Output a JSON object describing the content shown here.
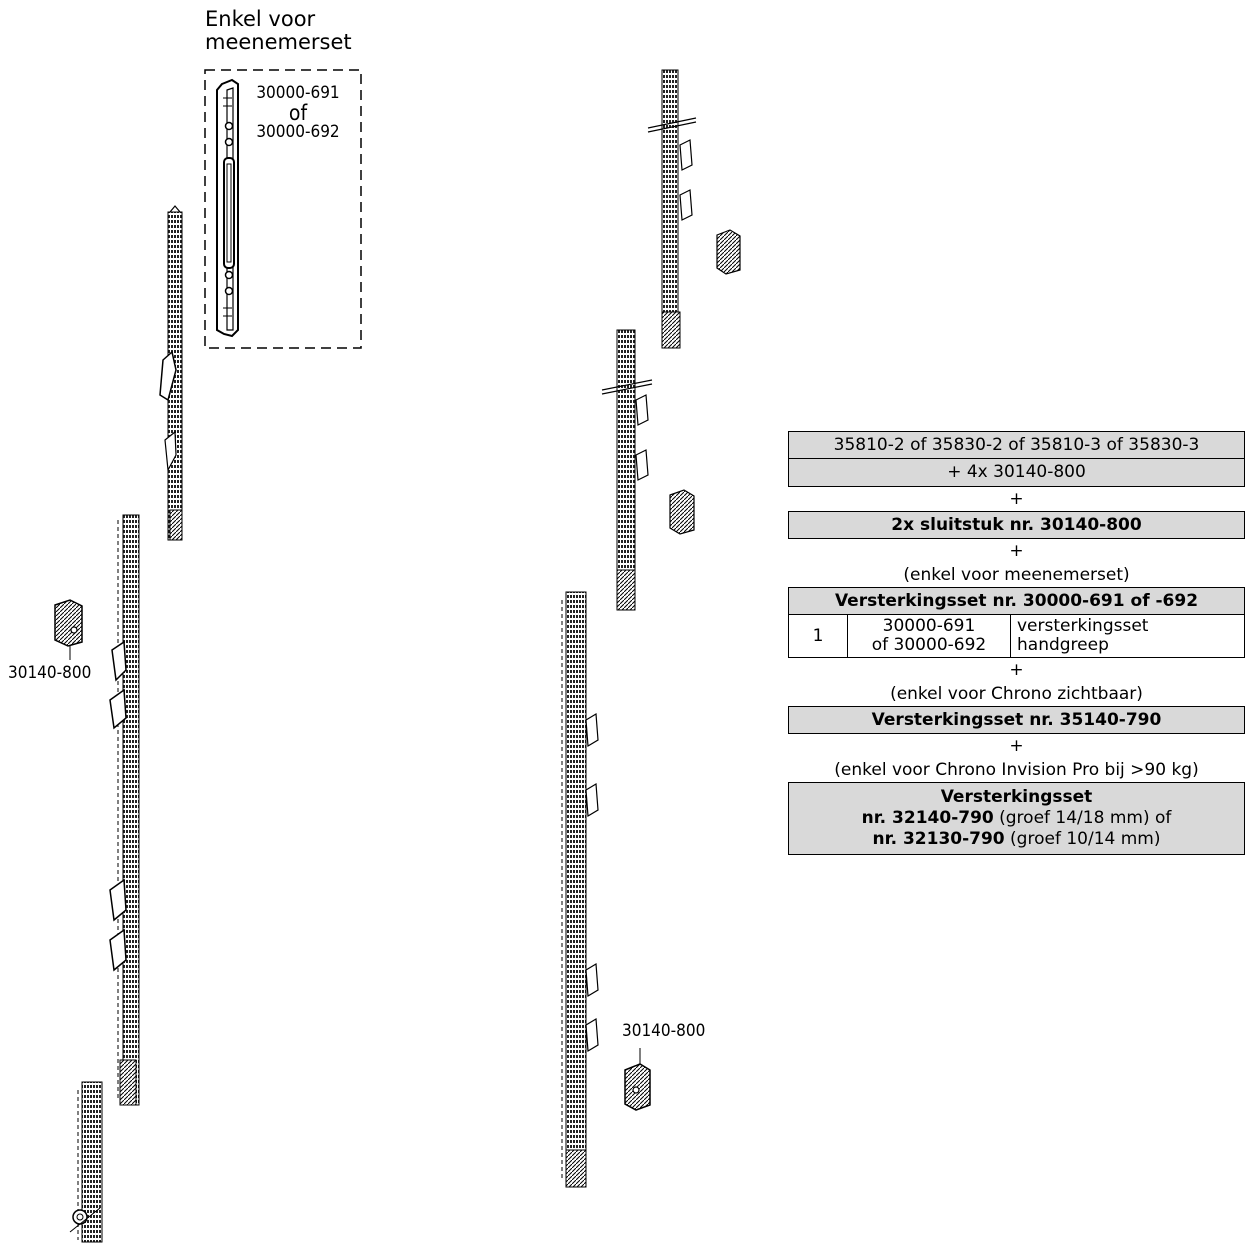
{
  "reinforcement_option": {
    "title": "Enkel voor meenemerset",
    "part_a": "30000-691",
    "part_or": "of",
    "part_b": "30000-692"
  },
  "callouts": {
    "left_keeper": "30140-800",
    "right_keeper": "30140-800"
  },
  "spec_table": {
    "kit_numbers": "35810-2 of 35830-2 of 35810-3 of 35830-3",
    "kit_addon": "+ 4x 30140-800",
    "plus": "+",
    "keeper_set": "2x sluitstuk nr. 30140-800",
    "note_meenemer": "(enkel voor meenemerset)",
    "reinforcement_set_1": "Versterkingsset nr. 30000-691 of -692",
    "item_qty": "1",
    "item_part_1": "30000-691",
    "item_part_2": "of 30000-692",
    "item_desc_1": "versterkingsset",
    "item_desc_2": "handgreep",
    "note_chrono_visible": "(enkel voor Chrono zichtbaar)",
    "reinforcement_set_2": "Versterkingsset nr. 35140-790",
    "note_chrono_invision": "(enkel voor Chrono Invision Pro bij >90 kg)",
    "reinforcement_set_3_title": "Versterkingsset",
    "set3_nr1": "nr. 32140-790",
    "set3_groove1": " (groef 14/18 mm) of",
    "set3_nr2": "nr. 32130-790",
    "set3_groove2": " (groef 10/14 mm)"
  }
}
